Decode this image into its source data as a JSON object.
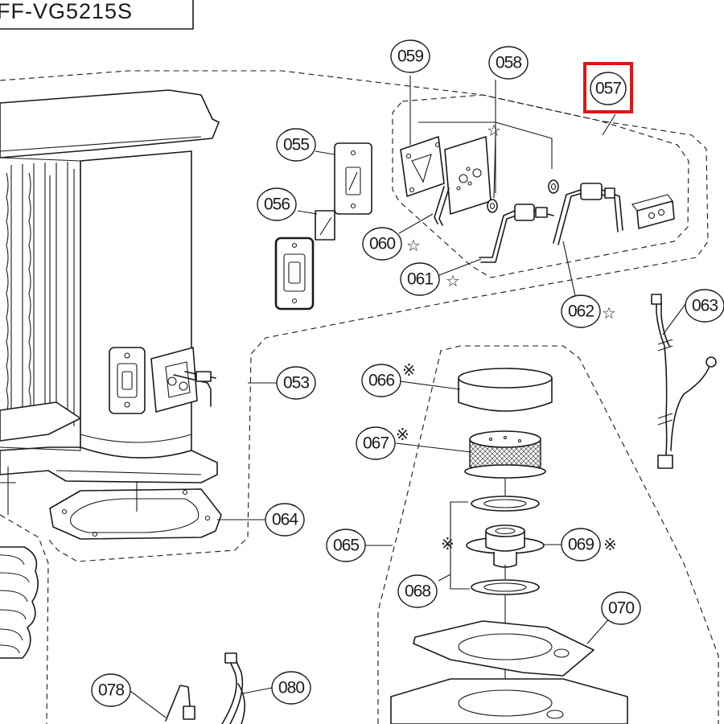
{
  "title": "FF-VG5215S",
  "highlight_color": "#e01414",
  "callouts": [
    {
      "id": "053",
      "mark": ""
    },
    {
      "id": "055",
      "mark": ""
    },
    {
      "id": "056",
      "mark": ""
    },
    {
      "id": "057",
      "mark": "",
      "highlighted": true
    },
    {
      "id": "058",
      "mark": ""
    },
    {
      "id": "059",
      "mark": ""
    },
    {
      "id": "060",
      "mark": "☆"
    },
    {
      "id": "061",
      "mark": "☆"
    },
    {
      "id": "062",
      "mark": "☆"
    },
    {
      "id": "063",
      "mark": ""
    },
    {
      "id": "064",
      "mark": ""
    },
    {
      "id": "065",
      "mark": ""
    },
    {
      "id": "066",
      "mark": "※"
    },
    {
      "id": "067",
      "mark": "※"
    },
    {
      "id": "068",
      "mark": ""
    },
    {
      "id": "069",
      "mark": "※"
    },
    {
      "id": "070",
      "mark": ""
    },
    {
      "id": "078",
      "mark": ""
    },
    {
      "id": "080",
      "mark": ""
    }
  ],
  "extra_marks": {
    "star_058": "☆",
    "ref_068": "※"
  }
}
